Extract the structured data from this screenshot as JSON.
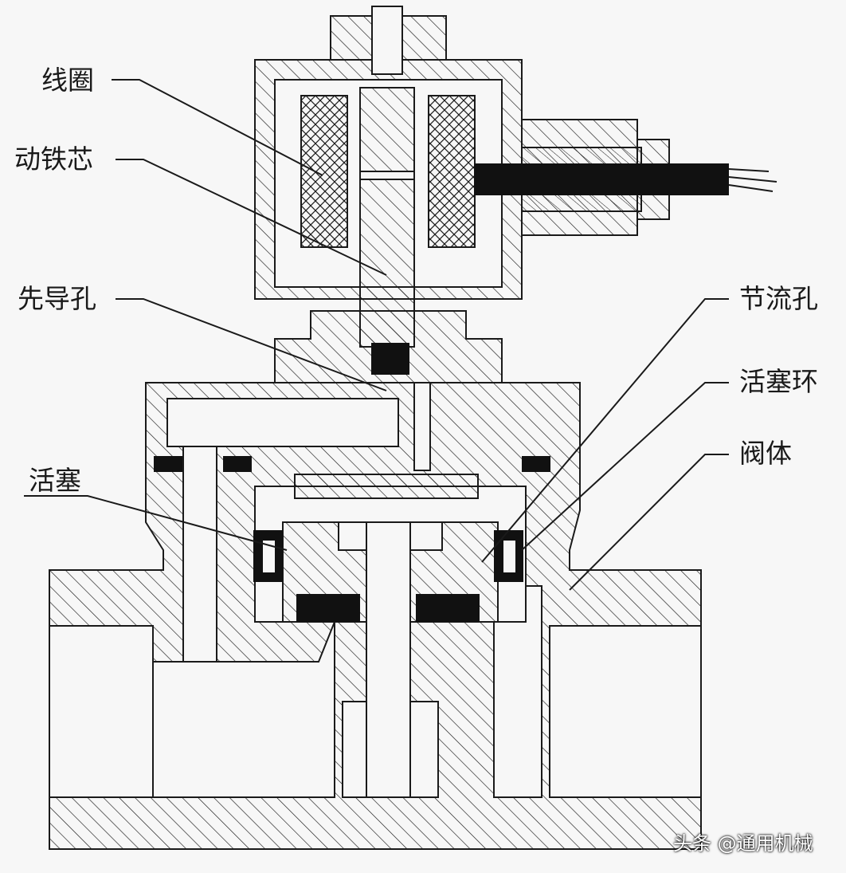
{
  "diagram": {
    "labels": {
      "coil": "线圈",
      "armature": "动铁芯",
      "pilot_hole": "先导孔",
      "throttle_hole": "节流孔",
      "piston_ring": "活塞环",
      "valve_body": "阀体",
      "piston": "活塞"
    },
    "watermark": "头条 @通用机械"
  },
  "colors": {
    "line": "#1a1a1a",
    "background": "#f7f7f7",
    "seal": "#111111"
  }
}
